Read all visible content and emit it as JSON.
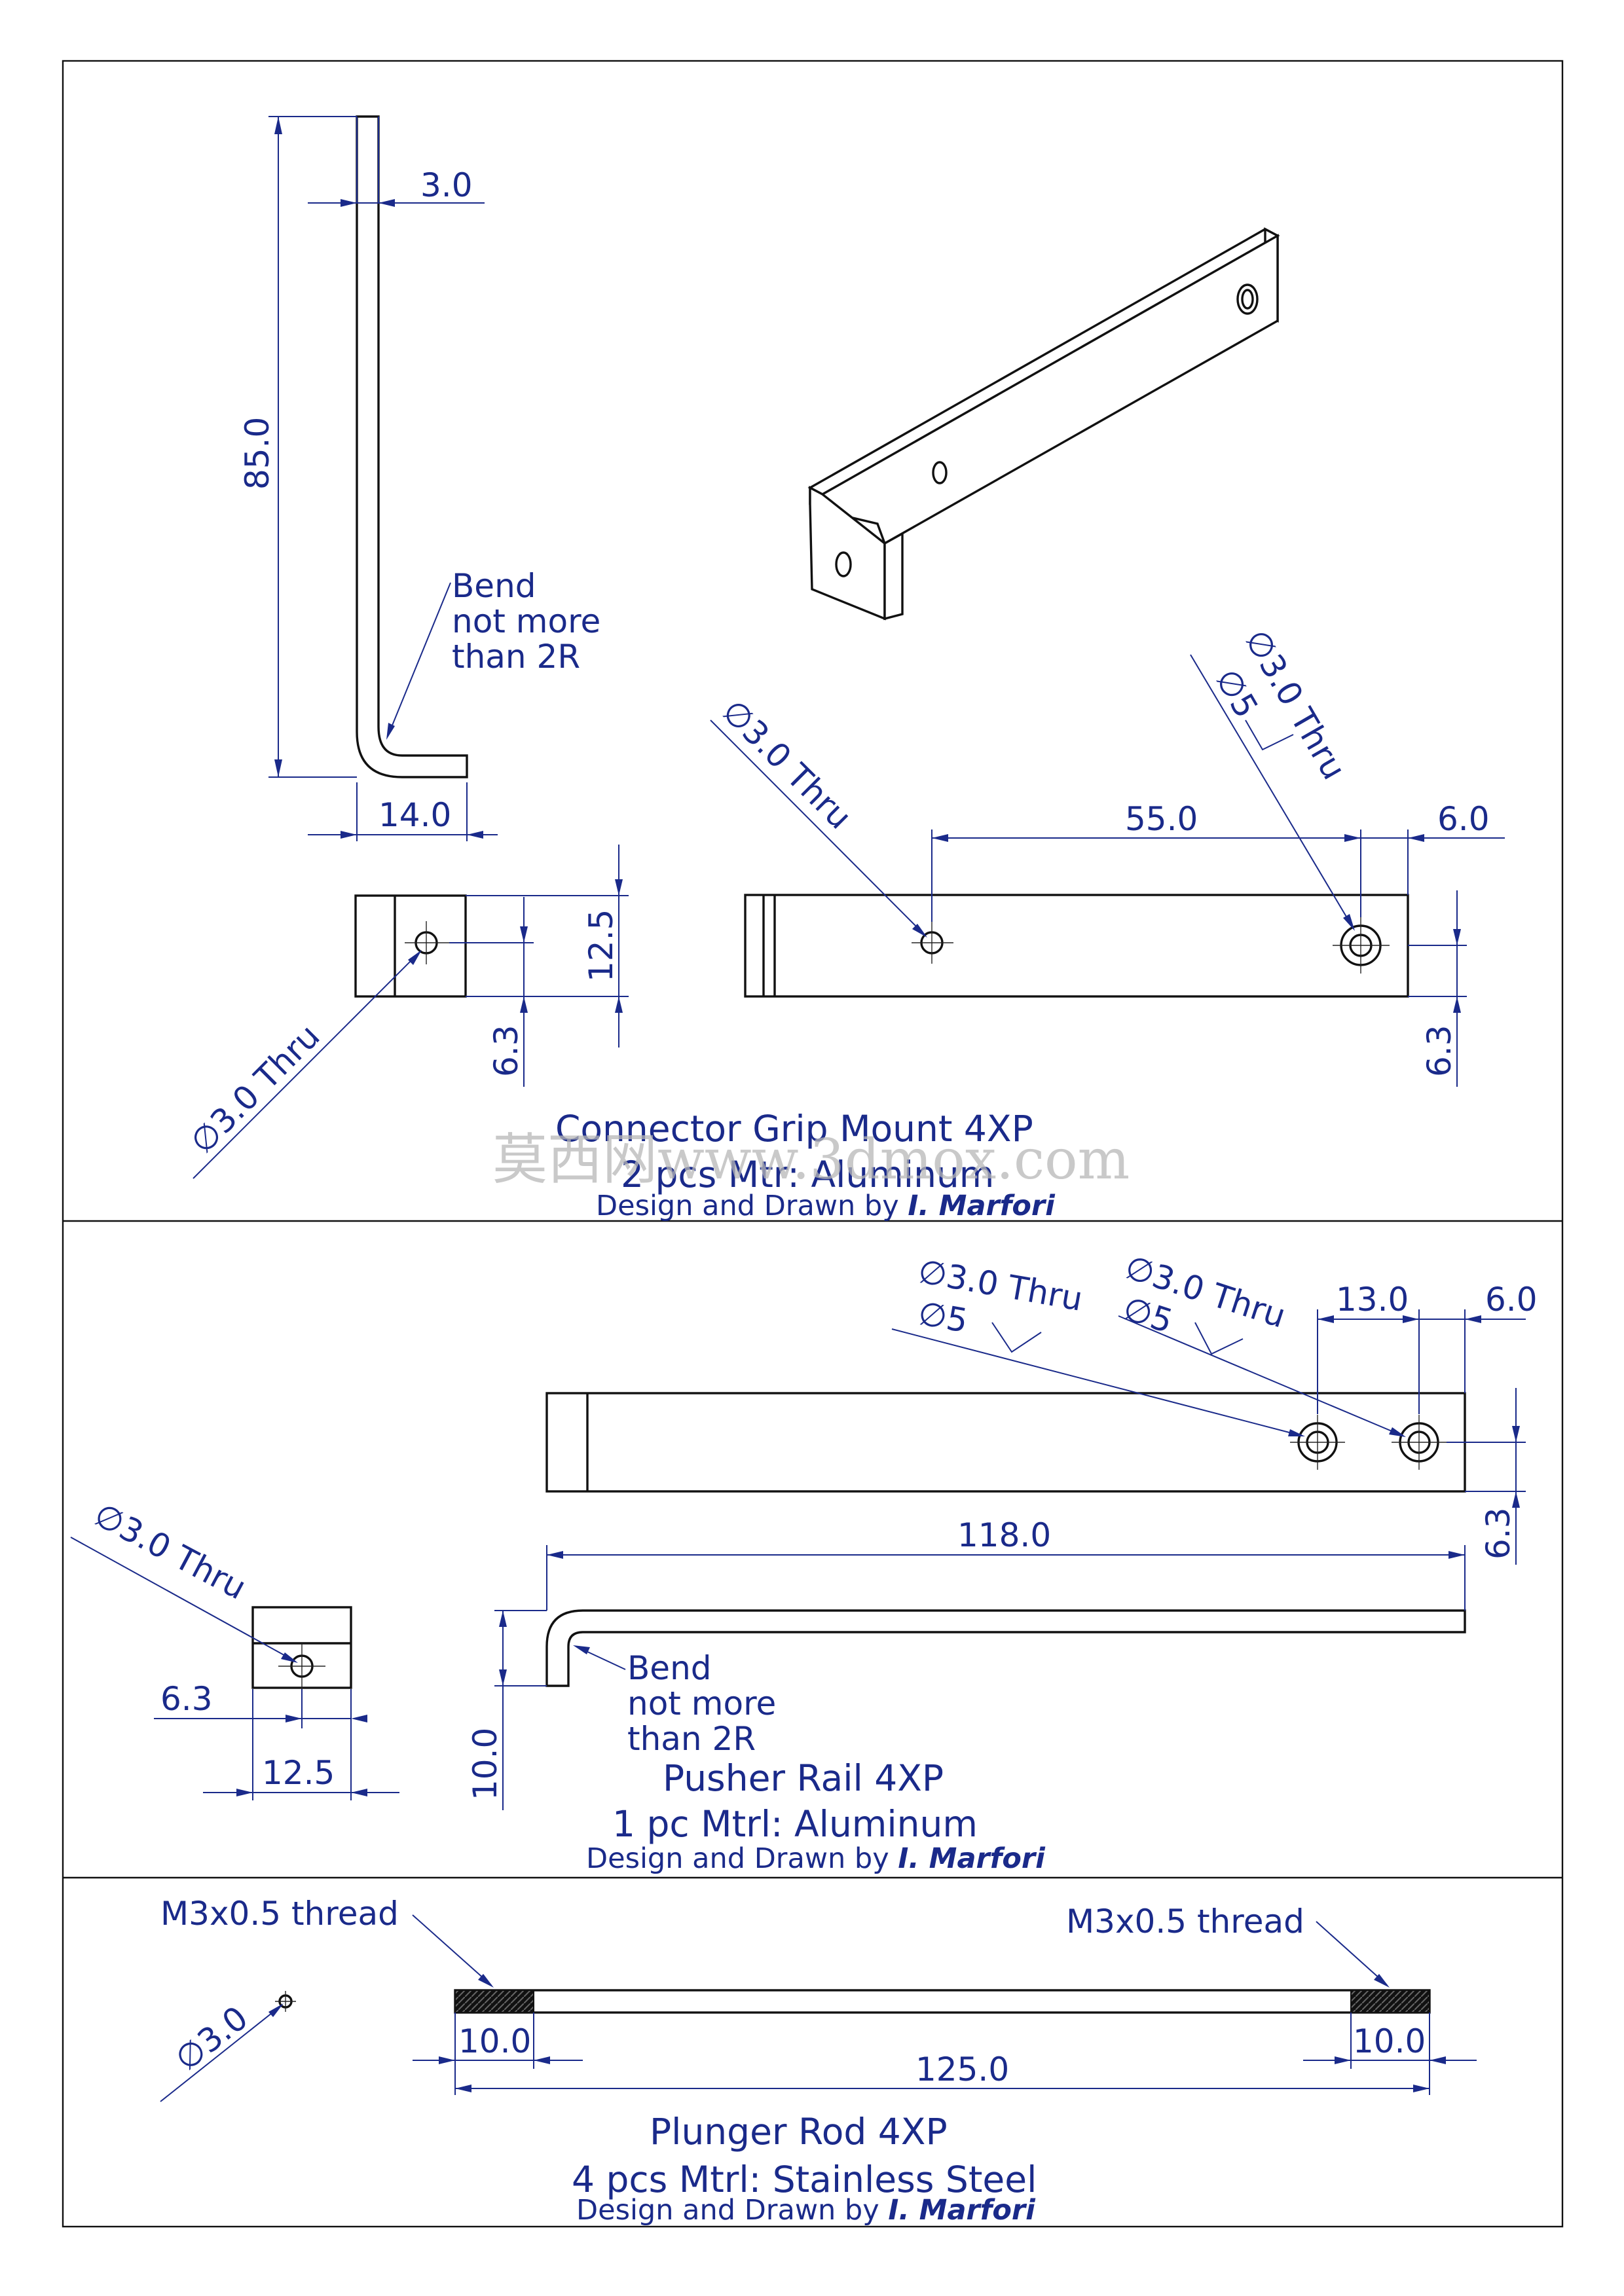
{
  "panel1": {
    "dims": {
      "thickness": "3.0",
      "height": "85.0",
      "leg": "14.0",
      "end_height": "12.5",
      "end_hole_offset": "6.3",
      "span": "55.0",
      "edge": "6.0",
      "hole_offset": "6.3"
    },
    "notes": {
      "bend_line1": "Bend",
      "bend_line2": "not more",
      "bend_line3": "than 2R",
      "hole_thru": "∅3.0 Thru",
      "hole_cbore_thru": "∅3.0 Thru",
      "hole_cbore_dia": "∅5",
      "end_hole_thru": "∅3.0 Thru"
    },
    "title": "Connector  Grip Mount 4XP",
    "qty": "2 pcs  Mtr: Aluminum",
    "credit": "Design and Drawn by ",
    "author": "I. Marfori"
  },
  "watermark": "莫西网www.3dmox.com",
  "panel2": {
    "dims": {
      "hole_spacing": "13.0",
      "edge": "6.0",
      "hole_offset": "6.3",
      "length": "118.0",
      "lip": "10.0",
      "end_hole_offset": "6.3",
      "end_width": "12.5"
    },
    "notes": {
      "hole1_thru": "∅3.0 Thru",
      "hole1_cbore": "∅5",
      "hole2_thru": "∅3.0 Thru",
      "hole2_cbore": "∅5",
      "end_hole_thru": "∅3.0 Thru",
      "bend_line1": "Bend",
      "bend_line2": "not more",
      "bend_line3": "than 2R"
    },
    "title": "Pusher Rail 4XP",
    "qty": "1 pc  Mtrl: Aluminum",
    "credit": "Design and Drawn by ",
    "author": "I. Marfori"
  },
  "panel3": {
    "dims": {
      "diameter": "∅3.0",
      "thread_left": "10.0",
      "thread_right": "10.0",
      "length": "125.0"
    },
    "notes": {
      "thread_left": "M3x0.5 thread",
      "thread_right": "M3x0.5 thread"
    },
    "title": "Plunger Rod 4XP",
    "qty": "4 pcs  Mtrl: Stainless Steel",
    "credit": "Design and Drawn by ",
    "author": "I. Marfori"
  }
}
